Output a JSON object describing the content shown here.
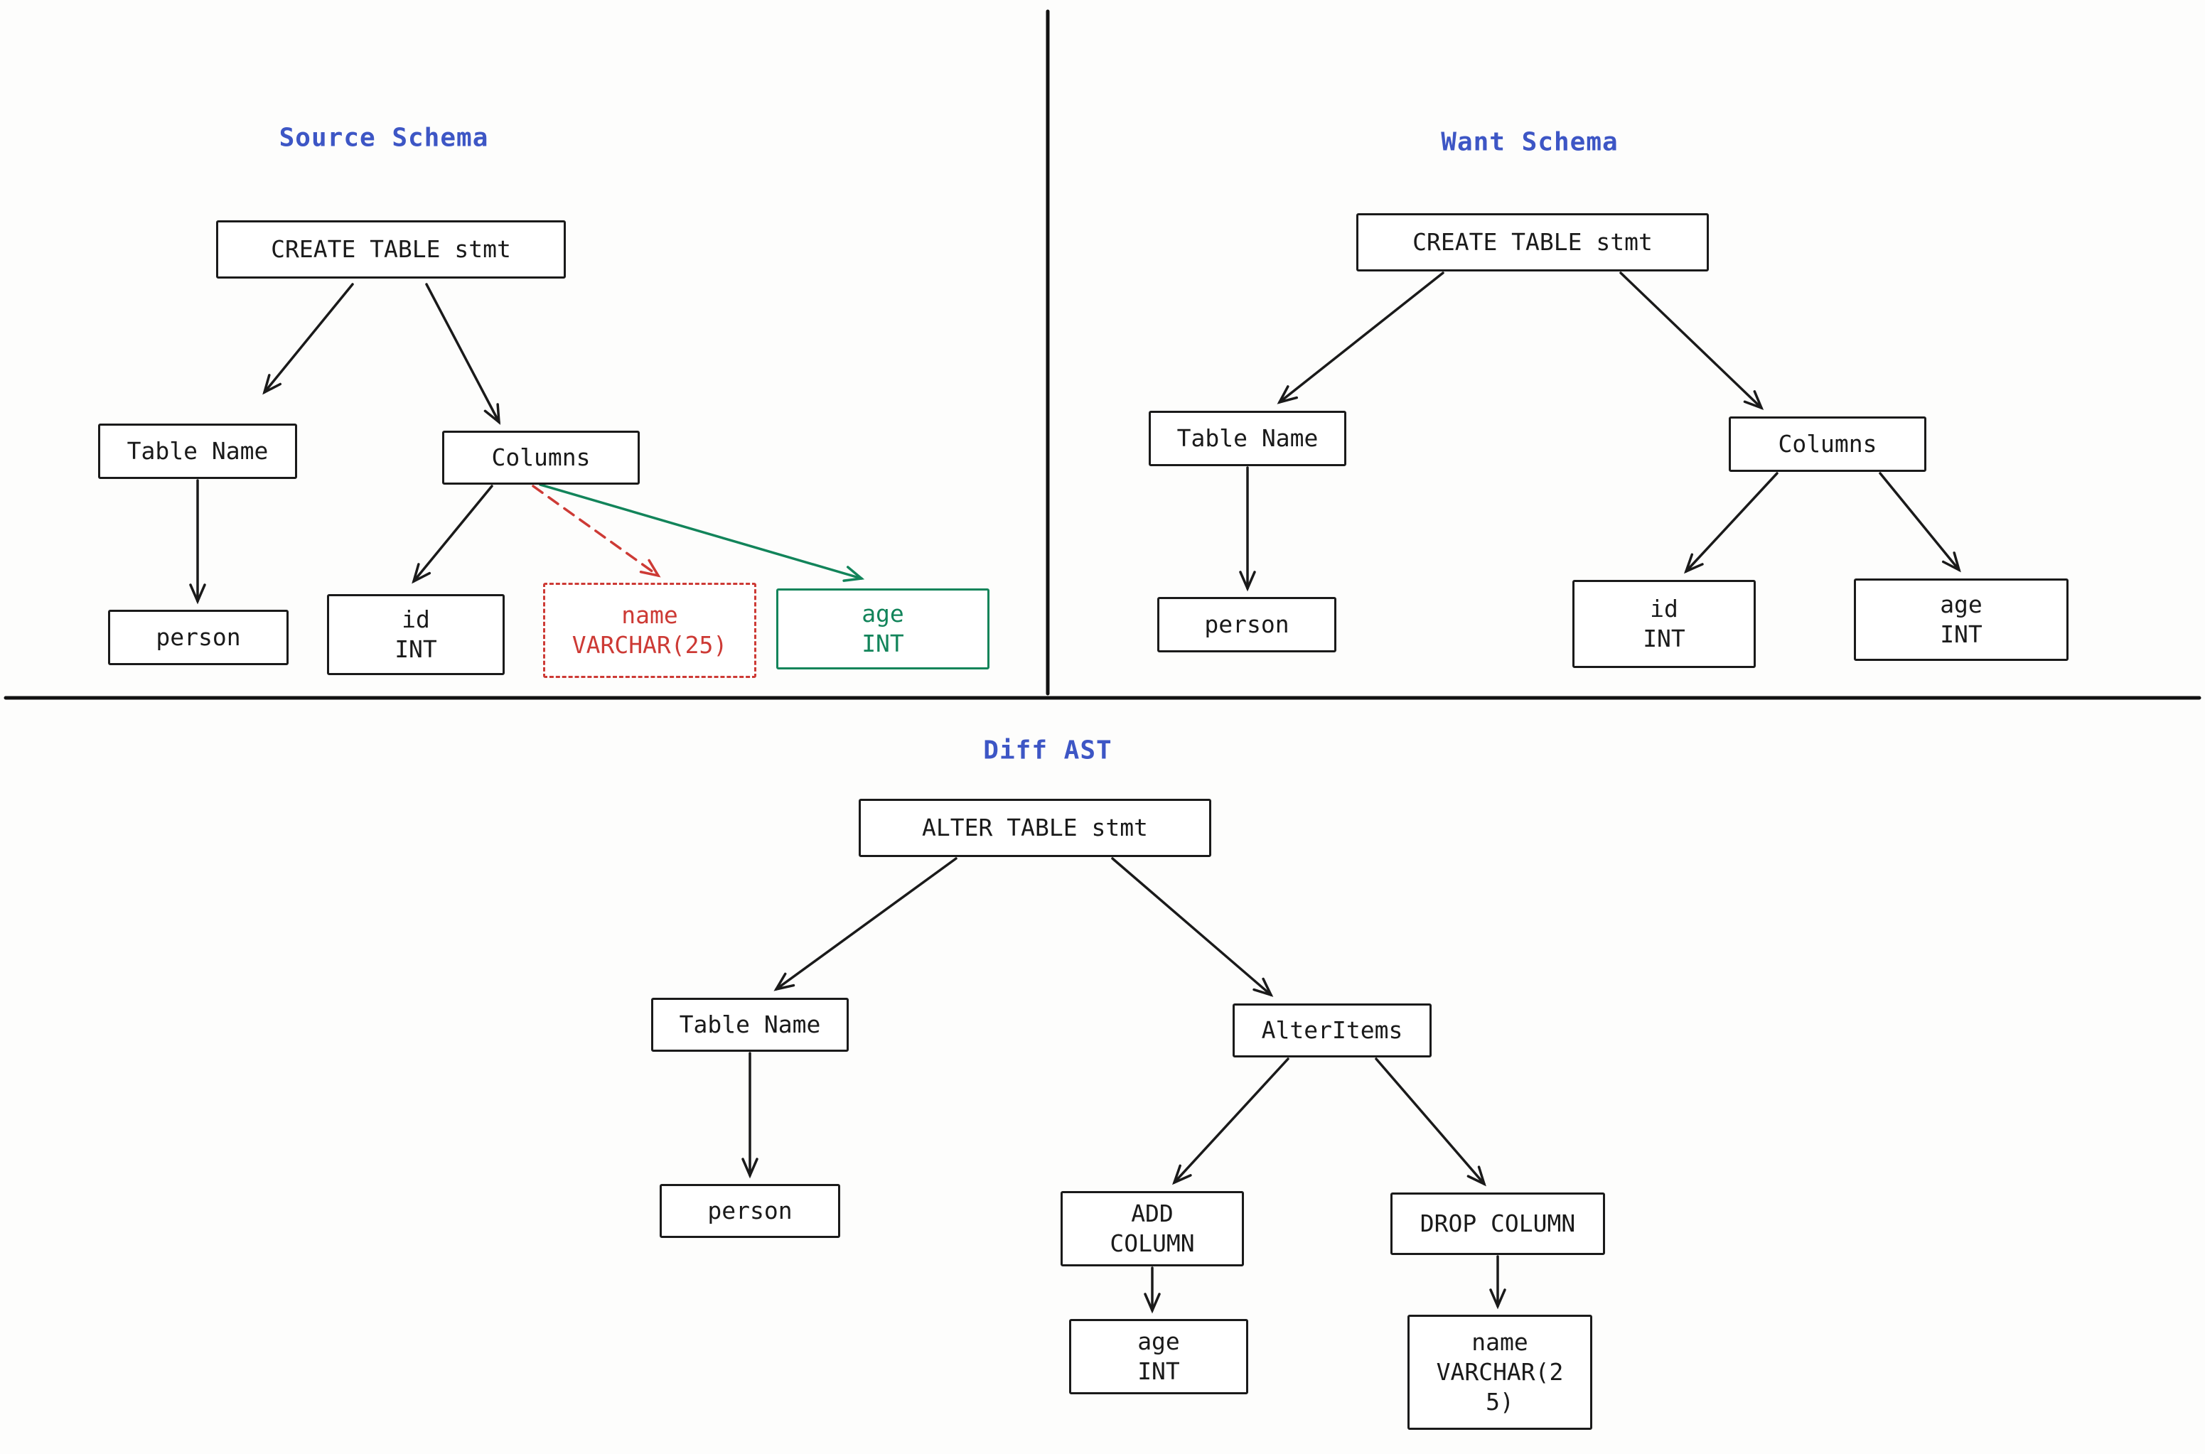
{
  "colors": {
    "accent_blue": "#3d56c5",
    "diff_red": "#cd3a35",
    "diff_green": "#12845a",
    "ink": "#1a1a1a"
  },
  "panels": {
    "source": {
      "title": "Source Schema",
      "nodes": {
        "create": "CREATE TABLE stmt",
        "table_name": "Table Name",
        "columns": "Columns",
        "person": "person",
        "id_int": "id\nINT",
        "name_varchar": "name\nVARCHAR(25)",
        "age_int": "age\nINT"
      }
    },
    "want": {
      "title": "Want Schema",
      "nodes": {
        "create": "CREATE TABLE stmt",
        "table_name": "Table Name",
        "columns": "Columns",
        "person": "person",
        "id_int": "id\nINT",
        "age_int": "age\nINT"
      }
    },
    "diff": {
      "title": "Diff AST",
      "nodes": {
        "alter": "ALTER TABLE stmt",
        "table_name": "Table Name",
        "alter_items": "AlterItems",
        "person": "person",
        "add_column": "ADD\nCOLUMN",
        "drop_column": "DROP COLUMN",
        "age_int": "age\nINT",
        "name_varchar": "name\nVARCHAR(2\n5)"
      }
    }
  }
}
